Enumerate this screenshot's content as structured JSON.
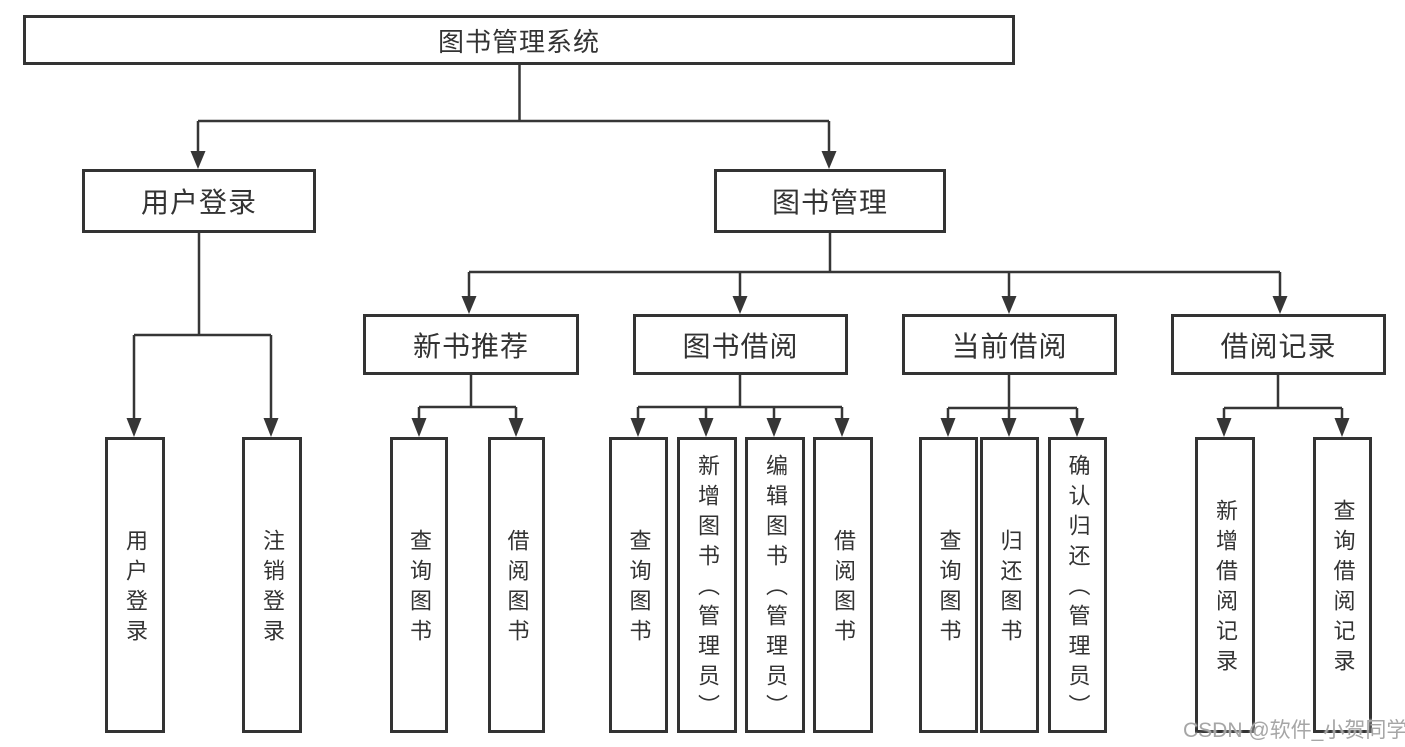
{
  "diagram_title": "图书管理系统",
  "colors": {
    "line": "#363636",
    "border": "#333333",
    "text": "#333333",
    "box_background": "#ffffff",
    "watermark": "#a6a6a6"
  },
  "nodes": {
    "root": {
      "label": "图书管理系统"
    },
    "user_login": {
      "label": "用户登录"
    },
    "book_mgmt": {
      "label": "图书管理"
    },
    "new_book_rec": {
      "label": "新书推荐"
    },
    "book_borrow": {
      "label": "图书借阅"
    },
    "current_borrow": {
      "label": "当前借阅"
    },
    "borrow_record": {
      "label": "借阅记录"
    },
    "login": {
      "label": "用户登录"
    },
    "logout": {
      "label": "注销登录"
    },
    "rec_query": {
      "label": "查询图书"
    },
    "rec_borrow": {
      "label": "借阅图书"
    },
    "bb_query": {
      "label": "查询图书"
    },
    "bb_add": {
      "label": "新增图书（管理员）"
    },
    "bb_edit": {
      "label": "编辑图书（管理员）"
    },
    "bb_borrow": {
      "label": "借阅图书"
    },
    "cb_query": {
      "label": "查询图书"
    },
    "cb_return": {
      "label": "归还图书"
    },
    "cb_confirm": {
      "label": "确认归还（管理员）"
    },
    "br_add": {
      "label": "新增借阅记录"
    },
    "br_query": {
      "label": "查询借阅记录"
    }
  },
  "hierarchy": [
    {
      "parent": "图书管理系统",
      "children": [
        "用户登录",
        "图书管理"
      ]
    },
    {
      "parent": "用户登录",
      "children": [
        "用户登录",
        "注销登录"
      ]
    },
    {
      "parent": "图书管理",
      "children": [
        "新书推荐",
        "图书借阅",
        "当前借阅",
        "借阅记录"
      ]
    },
    {
      "parent": "新书推荐",
      "children": [
        "查询图书",
        "借阅图书"
      ]
    },
    {
      "parent": "图书借阅",
      "children": [
        "查询图书",
        "新增图书（管理员）",
        "编辑图书（管理员）",
        "借阅图书"
      ]
    },
    {
      "parent": "当前借阅",
      "children": [
        "查询图书",
        "归还图书",
        "确认归还（管理员）"
      ]
    },
    {
      "parent": "借阅记录",
      "children": [
        "新增借阅记录",
        "查询借阅记录"
      ]
    }
  ],
  "watermark": {
    "text": "CSDN @软件_小贺同学"
  }
}
